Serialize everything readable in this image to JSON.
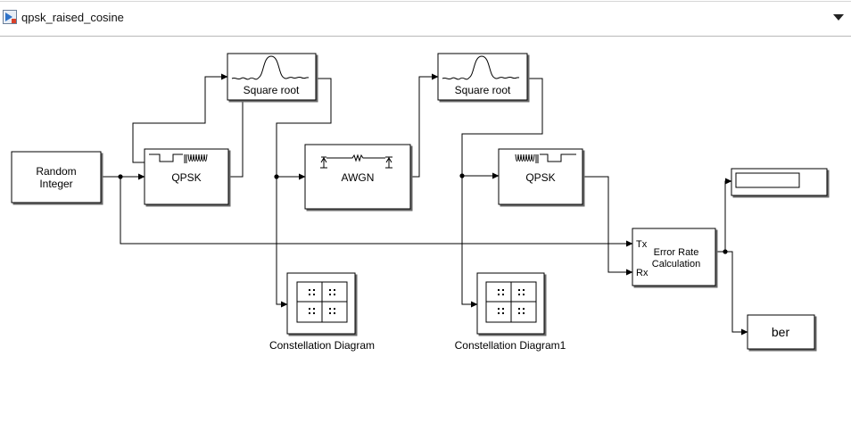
{
  "model": {
    "name": "qpsk_raised_cosine",
    "icon": "simulink-model-icon",
    "dropdown_icon": "dropdown-arrow-icon"
  },
  "blocks": {
    "random_integer": {
      "line1": "Random",
      "line2": "Integer"
    },
    "qpsk_mod": {
      "label": "QPSK"
    },
    "sqrt_filter_tx": {
      "label": "Square root"
    },
    "awgn": {
      "label": "AWGN"
    },
    "sqrt_filter_rx": {
      "label": "Square root"
    },
    "qpsk_demod": {
      "label": "QPSK"
    },
    "error_rate": {
      "line1": "Error Rate",
      "line2": "Calculation",
      "port_tx": "Tx",
      "port_rx": "Rx"
    },
    "display": {
      "value": ""
    },
    "ber": {
      "label": "ber"
    },
    "constellation1": {
      "label": "Constellation Diagram"
    },
    "constellation2": {
      "label": "Constellation Diagram1"
    }
  }
}
